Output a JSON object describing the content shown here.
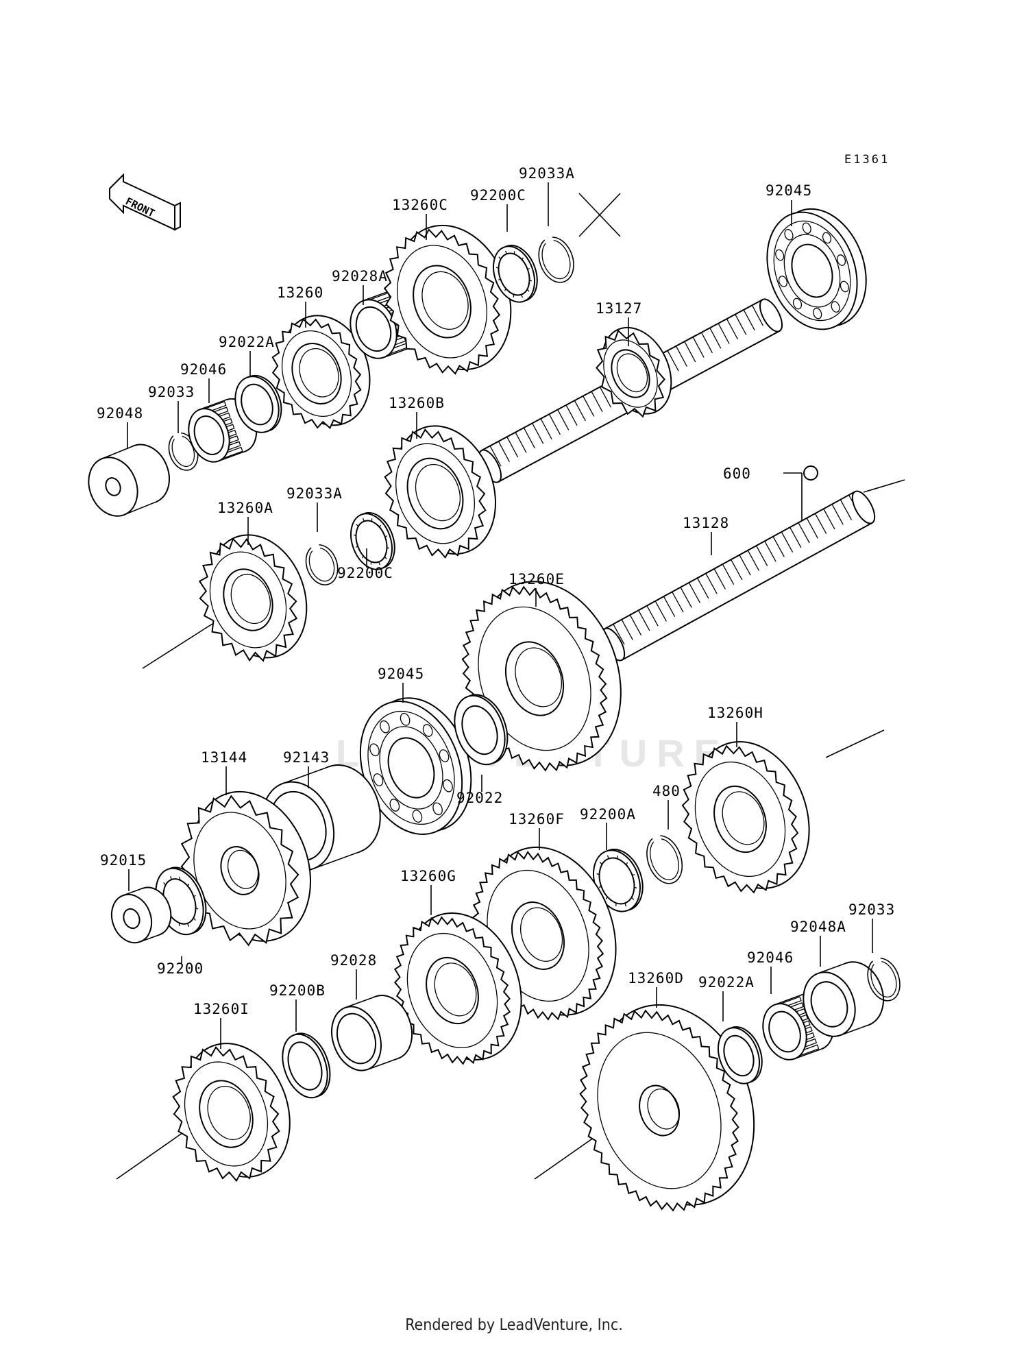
{
  "diagram_code": "E1361",
  "front_label": "FRONT",
  "watermark": "LEADVENTURE",
  "footer": "Rendered by LeadVenture, Inc.",
  "labels": [
    {
      "id": "92033A-top",
      "text": "92033A"
    },
    {
      "id": "13260C",
      "text": "13260C"
    },
    {
      "id": "92200C-top",
      "text": "92200C"
    },
    {
      "id": "92045-top",
      "text": "92045"
    },
    {
      "id": "92028A",
      "text": "92028A"
    },
    {
      "id": "13260",
      "text": "13260"
    },
    {
      "id": "13127",
      "text": "13127"
    },
    {
      "id": "92022A-top",
      "text": "92022A"
    },
    {
      "id": "92046-top",
      "text": "92046"
    },
    {
      "id": "92033-top",
      "text": "92033"
    },
    {
      "id": "92048",
      "text": "92048"
    },
    {
      "id": "13260B",
      "text": "13260B"
    },
    {
      "id": "600",
      "text": "600"
    },
    {
      "id": "92033A-mid",
      "text": "92033A"
    },
    {
      "id": "13260A",
      "text": "13260A"
    },
    {
      "id": "13128",
      "text": "13128"
    },
    {
      "id": "92200C-mid",
      "text": "92200C"
    },
    {
      "id": "13260E",
      "text": "13260E"
    },
    {
      "id": "92045-mid",
      "text": "92045"
    },
    {
      "id": "13260H",
      "text": "13260H"
    },
    {
      "id": "13144",
      "text": "13144"
    },
    {
      "id": "92143",
      "text": "92143"
    },
    {
      "id": "92022",
      "text": "92022"
    },
    {
      "id": "480",
      "text": "480"
    },
    {
      "id": "13260F",
      "text": "13260F"
    },
    {
      "id": "92200A",
      "text": "92200A"
    },
    {
      "id": "92015",
      "text": "92015"
    },
    {
      "id": "13260G",
      "text": "13260G"
    },
    {
      "id": "92033-bot",
      "text": "92033"
    },
    {
      "id": "92048A",
      "text": "92048A"
    },
    {
      "id": "92046-bot",
      "text": "92046"
    },
    {
      "id": "92200",
      "text": "92200"
    },
    {
      "id": "92028",
      "text": "92028"
    },
    {
      "id": "13260D",
      "text": "13260D"
    },
    {
      "id": "92022A-bot",
      "text": "92022A"
    },
    {
      "id": "92200B",
      "text": "92200B"
    },
    {
      "id": "13260I",
      "text": "13260I"
    }
  ]
}
